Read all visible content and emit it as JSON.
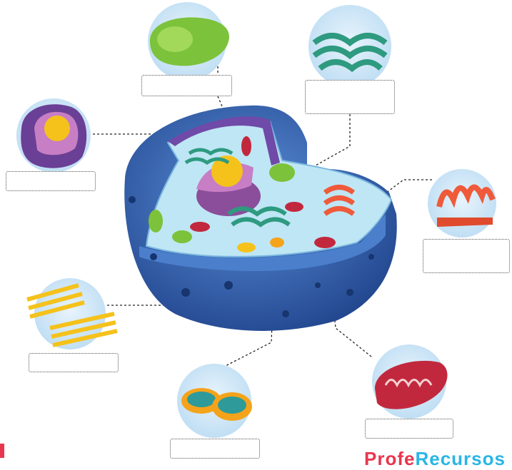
{
  "diagram": {
    "subject": "animal-cell-organelles",
    "labels": [
      {
        "id": "golgi",
        "text": ""
      },
      {
        "id": "vacuole",
        "text": ""
      },
      {
        "id": "nucleus",
        "text": ""
      },
      {
        "id": "rough-er",
        "text": ""
      },
      {
        "id": "cytoskeleton",
        "text": ""
      },
      {
        "id": "mitochondrion",
        "text": ""
      },
      {
        "id": "lysosome",
        "text": ""
      }
    ]
  },
  "brand": {
    "part1": "Profe",
    "part2": "Recursos"
  },
  "colors": {
    "cell_outer": "#2f5fb0",
    "cell_inner": "#bfe6f5",
    "bubble": "#cfe7f8",
    "nucleus": "#9c5aa8",
    "nucleolus": "#f5c21b",
    "golgi": "#2e9a7f",
    "rough_er": "#ef5a3a",
    "mitochondrion": "#c2283d",
    "vacuole": "#7cc23b",
    "lysosome": "#f5a31a"
  }
}
